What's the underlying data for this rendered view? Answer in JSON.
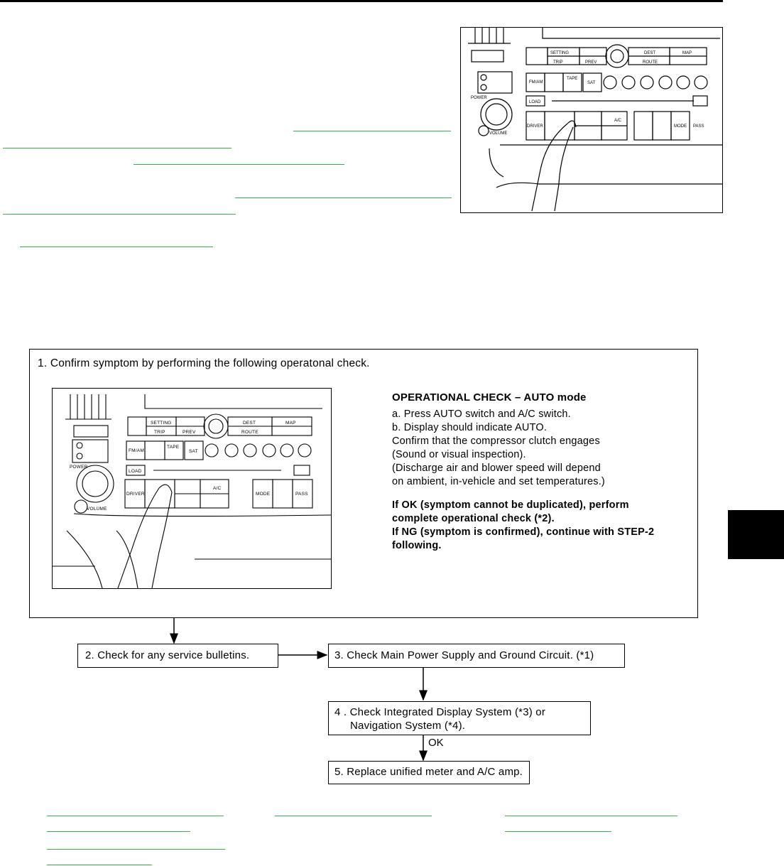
{
  "step1": {
    "heading": "1. Confirm symptom by performing the following operatonal check.",
    "op_title": "OPERATIONAL CHECK – AUTO mode",
    "lines": [
      "a. Press AUTO switch and A/C switch.",
      "b. Display should indicate AUTO.",
      "Confirm that the compressor clutch engages",
      "(Sound or visual inspection).",
      "(Discharge air and blower speed will depend",
      "on ambient, in-vehicle and set temperatures.)"
    ],
    "result_lines": [
      "If OK (symptom cannot be duplicated), perform",
      "complete operational check (*2).",
      "If NG (symptom is confirmed), continue with STEP-2",
      "following."
    ]
  },
  "step2": {
    "label": "2. Check for any service bulletins."
  },
  "step3": {
    "label": "3. Check Main Power Supply and Ground Circuit. (*1)"
  },
  "step4": {
    "line1": "4 . Check Integrated Display System (*3) or",
    "line2": "Navigation System (*4)."
  },
  "ok_label": "OK",
  "step5": {
    "label": "5. Replace unified meter and A/C amp."
  },
  "panel": {
    "setting": "SETTING",
    "trip": "TRIP",
    "prev": "PREV",
    "dest": "DEST",
    "route": "ROUTE",
    "map": "MAP",
    "fmam": "FM/AM",
    "tape": "TAPE",
    "sat": "SAT",
    "load": "LOAD",
    "driver": "DRIVER",
    "mode": "MODE",
    "pass": "PASS",
    "power": "POWER",
    "volume": "VOLUME",
    "ac": "A/C"
  },
  "colors": {
    "link": "#35b04a",
    "text": "#000000"
  }
}
